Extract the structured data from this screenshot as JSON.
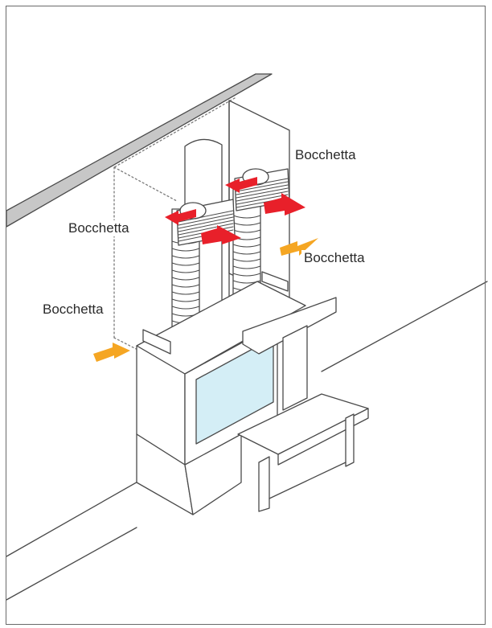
{
  "labels": {
    "vent_top_right": "Bocchetta",
    "vent_left": "Bocchetta",
    "vent_right": "Bocchetta",
    "vent_bottom_left": "Bocchetta"
  },
  "colors": {
    "exhaust_arrow": "#e8202a",
    "intake_arrow": "#f5a623",
    "glass": "#d4eef6",
    "beam": "#c7c7c7",
    "line": "#4a4a4a"
  }
}
